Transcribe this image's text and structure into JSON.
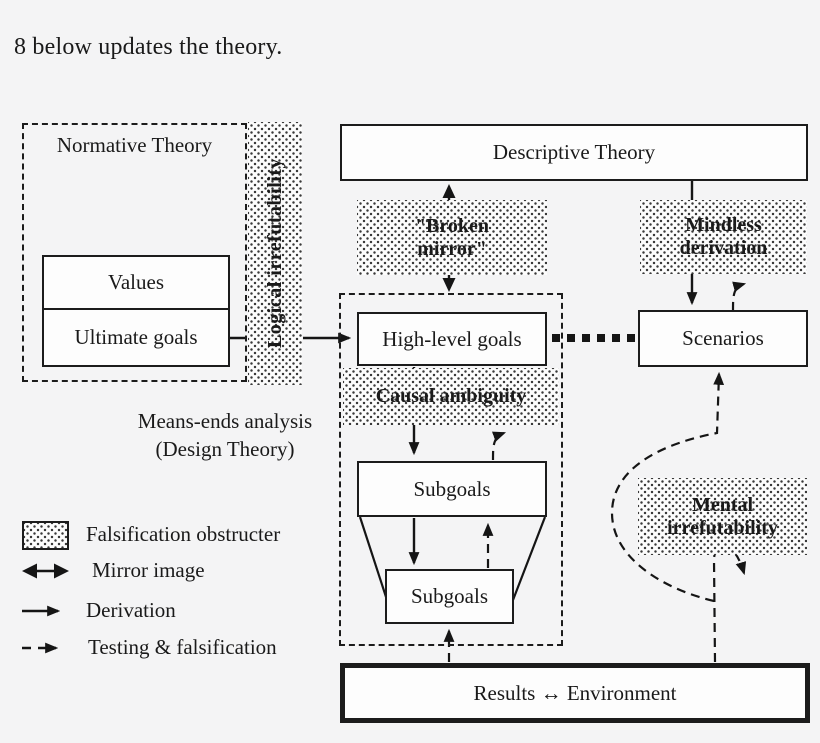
{
  "page": {
    "caption": "8 below updates the theory."
  },
  "diagram": {
    "nodes": {
      "normative_theory": "Normative Theory",
      "values": "Values",
      "ultimate_goals": "Ultimate goals",
      "descriptive_theory": "Descriptive Theory",
      "high_level_goals": "High-level goals",
      "scenarios": "Scenarios",
      "subgoals_upper": "Subgoals",
      "subgoals_lower": "Subgoals",
      "results_environment": "Results ↔ Environment"
    },
    "annotations": {
      "means_ends_line1": "Means-ends analysis",
      "means_ends_line2": "(Design Theory)"
    },
    "obstructers": {
      "logical": "Logical irrefutability",
      "broken_mirror": "\"Broken mirror\"",
      "mindless": "Mindless derivation",
      "causal": "Causal ambiguity",
      "mental": "Mental irrefutability"
    }
  },
  "legend": {
    "items": [
      {
        "symbol": "stipple-swatch",
        "label": "Falsification obstructer"
      },
      {
        "symbol": "double-arrow",
        "label": "Mirror image"
      },
      {
        "symbol": "solid-arrow",
        "label": "Derivation"
      },
      {
        "symbol": "dashed-arrow",
        "label": "Testing & falsification"
      }
    ]
  },
  "colors": {
    "ink": "#1a1a1a",
    "background": "#f4f4f5",
    "box_fill": "#fdfdfd"
  }
}
